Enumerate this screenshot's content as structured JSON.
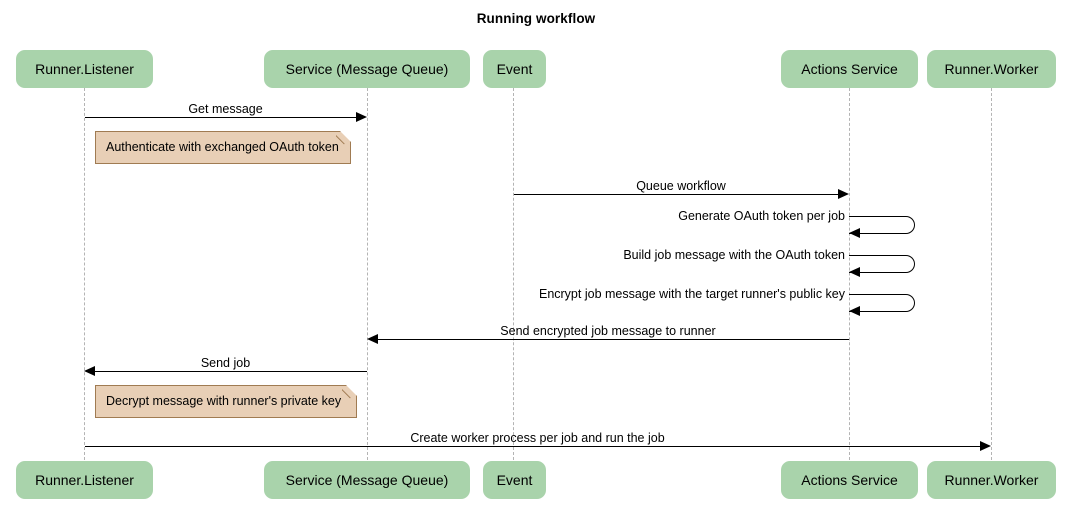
{
  "diagram": {
    "type": "sequence-diagram",
    "title": "Running workflow",
    "colors": {
      "participant_fill": "#a9d3ab",
      "note_fill": "#e8cfb6",
      "note_border": "#a07b52",
      "lifeline": "#b4b4b4",
      "line": "#000000",
      "background": "#ffffff"
    },
    "participants": [
      {
        "id": "runner-listener",
        "label": "Runner.Listener"
      },
      {
        "id": "service-message-queue",
        "label": "Service (Message Queue)"
      },
      {
        "id": "event",
        "label": "Event"
      },
      {
        "id": "actions-service",
        "label": "Actions Service"
      },
      {
        "id": "runner-worker",
        "label": "Runner.Worker"
      }
    ],
    "messages": [
      {
        "id": "get-message",
        "label": "Get message",
        "from": "runner-listener",
        "to": "service-message-queue",
        "direction": "right",
        "kind": "arrow"
      },
      {
        "id": "queue-workflow",
        "label": "Queue workflow",
        "from": "event",
        "to": "actions-service",
        "direction": "right",
        "kind": "arrow"
      },
      {
        "id": "generate-oauth-token",
        "label": "Generate OAuth token per job",
        "from": "actions-service",
        "to": "actions-service",
        "direction": "self",
        "kind": "self-loop"
      },
      {
        "id": "build-job-message",
        "label": "Build job message with the OAuth token",
        "from": "actions-service",
        "to": "actions-service",
        "direction": "self",
        "kind": "self-loop"
      },
      {
        "id": "encrypt-job-message",
        "label": "Encrypt job message with the target runner's public key",
        "from": "actions-service",
        "to": "actions-service",
        "direction": "self",
        "kind": "self-loop"
      },
      {
        "id": "send-encrypted-job-message",
        "label": "Send encrypted job message to runner",
        "from": "actions-service",
        "to": "service-message-queue",
        "direction": "left",
        "kind": "arrow"
      },
      {
        "id": "send-job",
        "label": "Send job",
        "from": "service-message-queue",
        "to": "runner-listener",
        "direction": "left",
        "kind": "arrow"
      },
      {
        "id": "create-worker-process",
        "label": "Create worker process per job and run the job",
        "from": "runner-listener",
        "to": "runner-worker",
        "direction": "right",
        "kind": "arrow"
      }
    ],
    "notes": [
      {
        "id": "authenticate-note",
        "label": "Authenticate with exchanged OAuth token"
      },
      {
        "id": "decrypt-note",
        "label": "Decrypt message with runner's private key"
      }
    ]
  }
}
